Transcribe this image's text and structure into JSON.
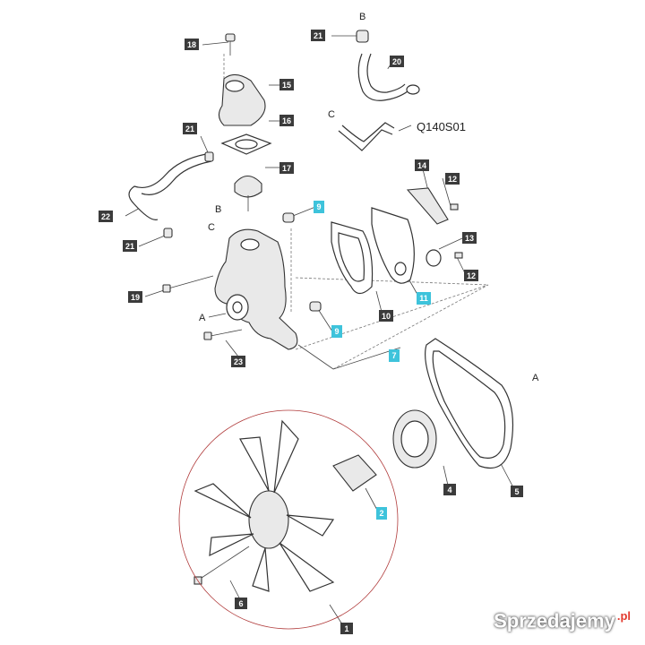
{
  "code_label": "Q140S01",
  "connection_letters": {
    "a": "A",
    "b": "B",
    "c": "C"
  },
  "callouts": {
    "p1": "1",
    "p2": "2",
    "p4": "4",
    "p5": "5",
    "p6": "6",
    "p7": "7",
    "p9a": "9",
    "p9b": "9",
    "p10": "10",
    "p11": "11",
    "p12a": "12",
    "p12b": "12",
    "p13": "13",
    "p14": "14",
    "p15": "15",
    "p16": "16",
    "p17": "17",
    "p18": "18",
    "p19": "19",
    "p20": "20",
    "p21a": "21",
    "p21b": "21",
    "p21c": "21",
    "p22": "22",
    "p23": "23"
  },
  "watermark": {
    "text": "Sprzedajemy",
    "suffix": ".pl"
  },
  "colors": {
    "tag_dark": "#3b3b3b",
    "tag_cyan": "#3ec3db",
    "circle": "#b03a3a"
  }
}
